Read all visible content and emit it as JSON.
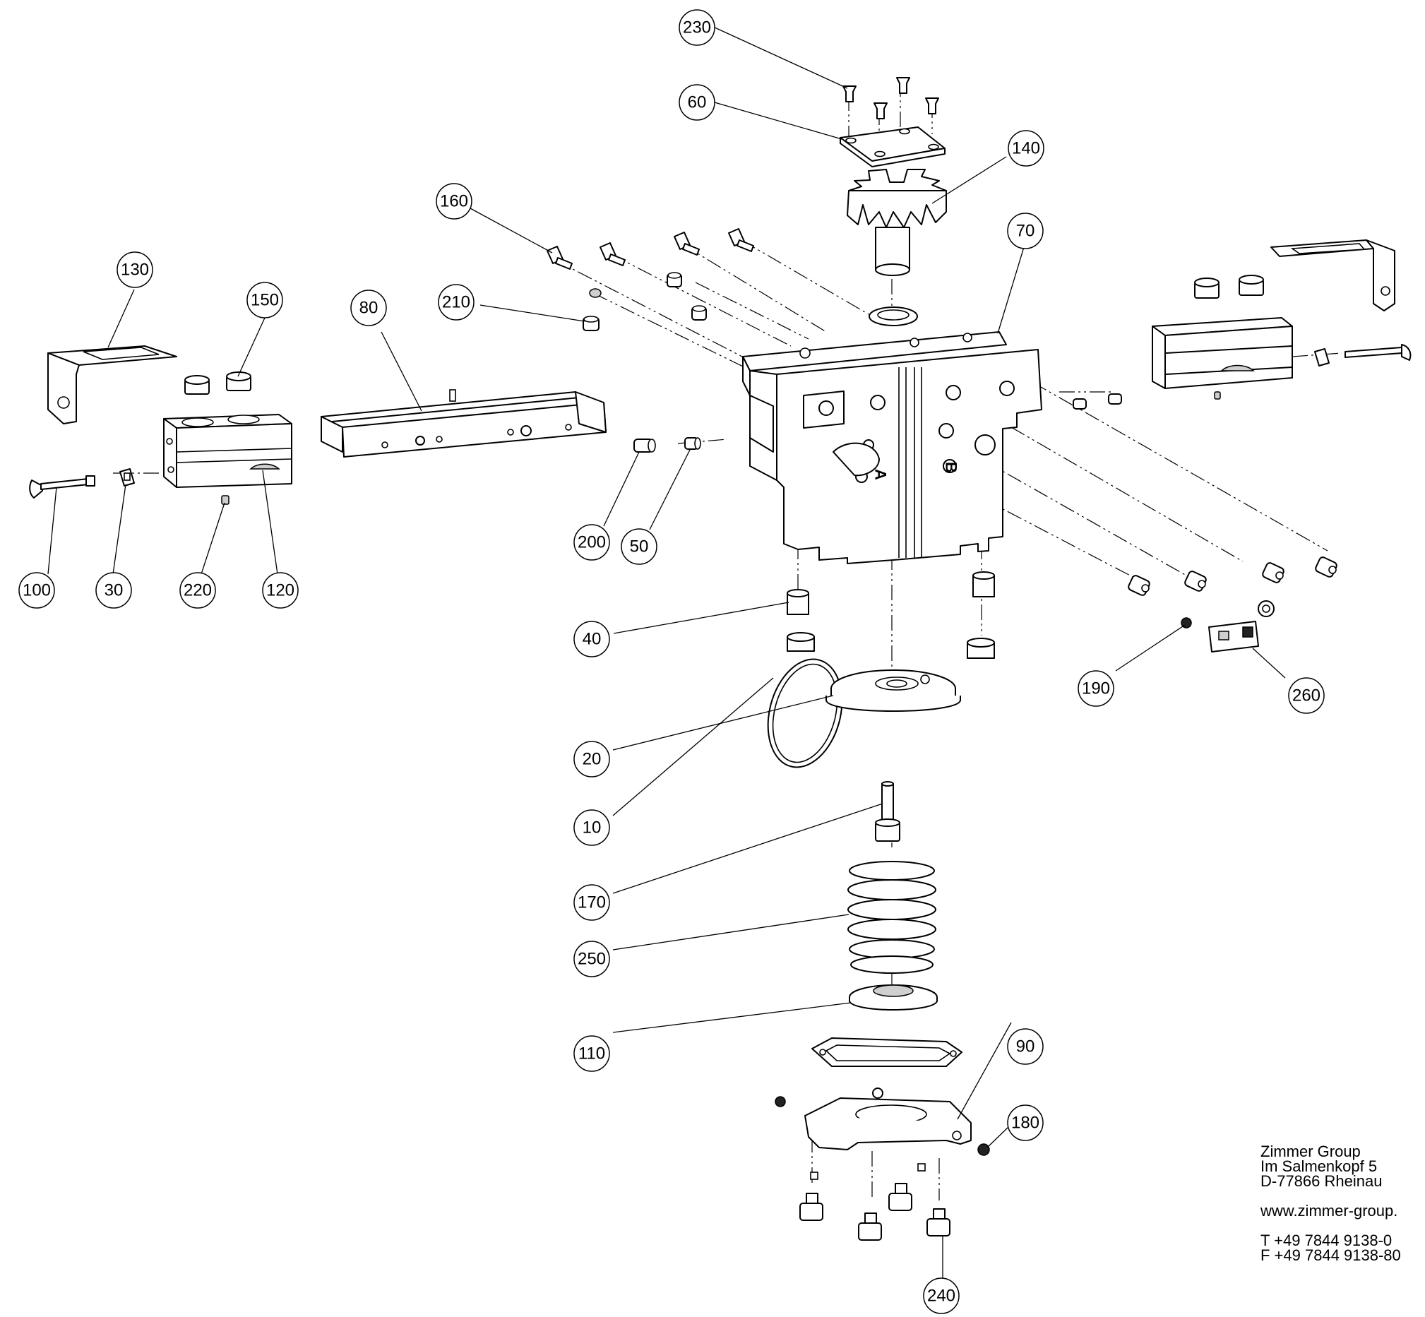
{
  "parts": [
    {
      "number": "230"
    },
    {
      "number": "60"
    },
    {
      "number": "140"
    },
    {
      "number": "160"
    },
    {
      "number": "70"
    },
    {
      "number": "130"
    },
    {
      "number": "150"
    },
    {
      "number": "80"
    },
    {
      "number": "210"
    },
    {
      "number": "100"
    },
    {
      "number": "30"
    },
    {
      "number": "220"
    },
    {
      "number": "120"
    },
    {
      "number": "200"
    },
    {
      "number": "50"
    },
    {
      "number": "40"
    },
    {
      "number": "190"
    },
    {
      "number": "260"
    },
    {
      "number": "20"
    },
    {
      "number": "10"
    },
    {
      "number": "170"
    },
    {
      "number": "250"
    },
    {
      "number": "110"
    },
    {
      "number": "90"
    },
    {
      "number": "180"
    },
    {
      "number": "240"
    }
  ],
  "port_labels": {
    "a": "A",
    "b": "B"
  },
  "address": {
    "company": "Zimmer Group",
    "street": "Im Salmenkopf 5",
    "city": "D-77866 Rheinau",
    "web": "www.zimmer-group.",
    "phone": "T +49 7844 9138-0",
    "fax": "F +49 7844 9138-80"
  }
}
